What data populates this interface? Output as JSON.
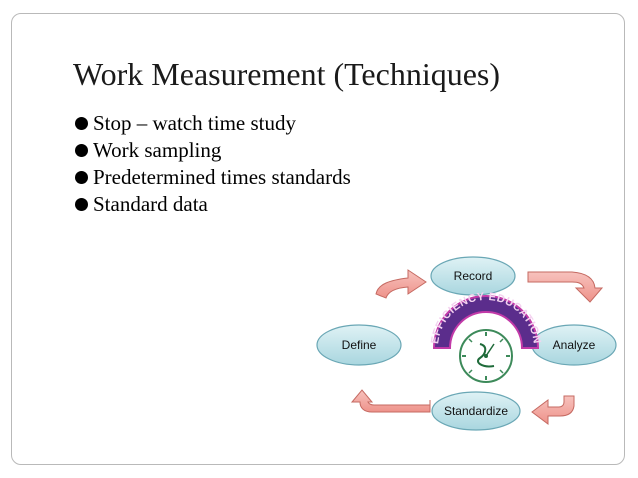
{
  "slide": {
    "title": "Work Measurement (Techniques)",
    "bullets": [
      "Stop – watch time study",
      "Work sampling",
      "Predetermined times standards",
      "Standard data"
    ]
  },
  "diagram": {
    "nodes": {
      "record": "Record",
      "analyze": "Analyze",
      "standardize": "Standardize",
      "define": "Define"
    },
    "center_logo_text": "EFFICIENCY EDUCATION",
    "colors": {
      "ellipse_fill": "#bfe3ea",
      "ellipse_stroke": "#6aa7b5",
      "arrow_fill": "#f2a49e",
      "arrow_stroke": "#c56a62",
      "logo_purple": "#5b2d8c",
      "logo_magenta": "#c23aa8",
      "clock_green": "#3d8a5a"
    }
  }
}
